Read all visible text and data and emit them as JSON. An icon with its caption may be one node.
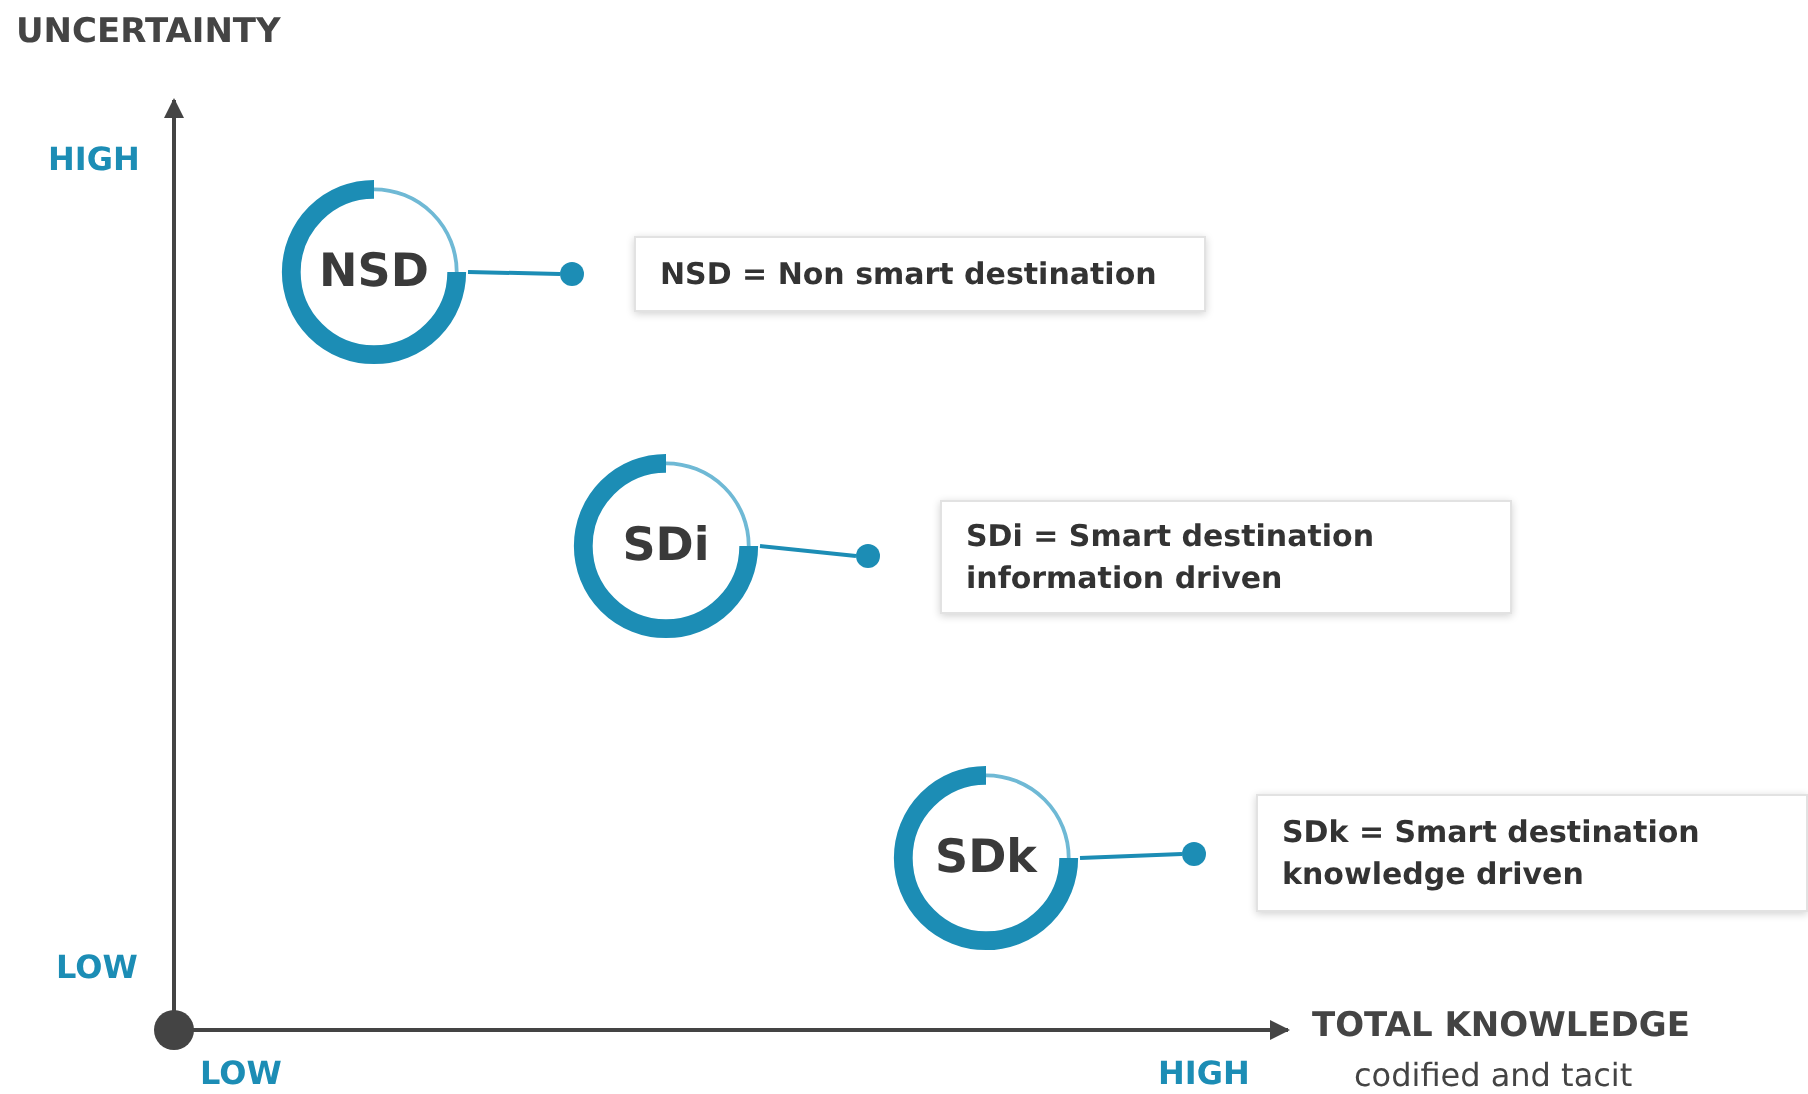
{
  "diagram": {
    "nodes": [
      {
        "text": [
          "NSD"
        ]
      },
      {
        "text": [],
        "shape": "circle"
      },
      {
        "text": [
          "NSD = Non smart destination"
        ]
      },
      {
        "text": [
          "SDi"
        ]
      },
      {
        "text": [],
        "shape": "circle"
      },
      {
        "text": [
          "SDi = Smart destination information driven"
        ]
      },
      {
        "text": [
          "SDk"
        ]
      },
      {
        "text": [],
        "shape": "circle"
      },
      {
        "text": [
          "SDk = Smart destination knowledge driven"
        ]
      }
    ],
    "edges": [
      {
        "from": 0,
        "to": 1,
        "arrow": "none"
      },
      {
        "from": 3,
        "to": 4,
        "arrow": "none"
      },
      {
        "from": 6,
        "to": 7,
        "arrow": "none"
      }
    ],
    "labels": [
      "UNCERTAINTY",
      "HIGH",
      "LOW",
      "LOW",
      "HIGH",
      "TOTAL KNOWLEDGE",
      "codified and tacit"
    ]
  }
}
